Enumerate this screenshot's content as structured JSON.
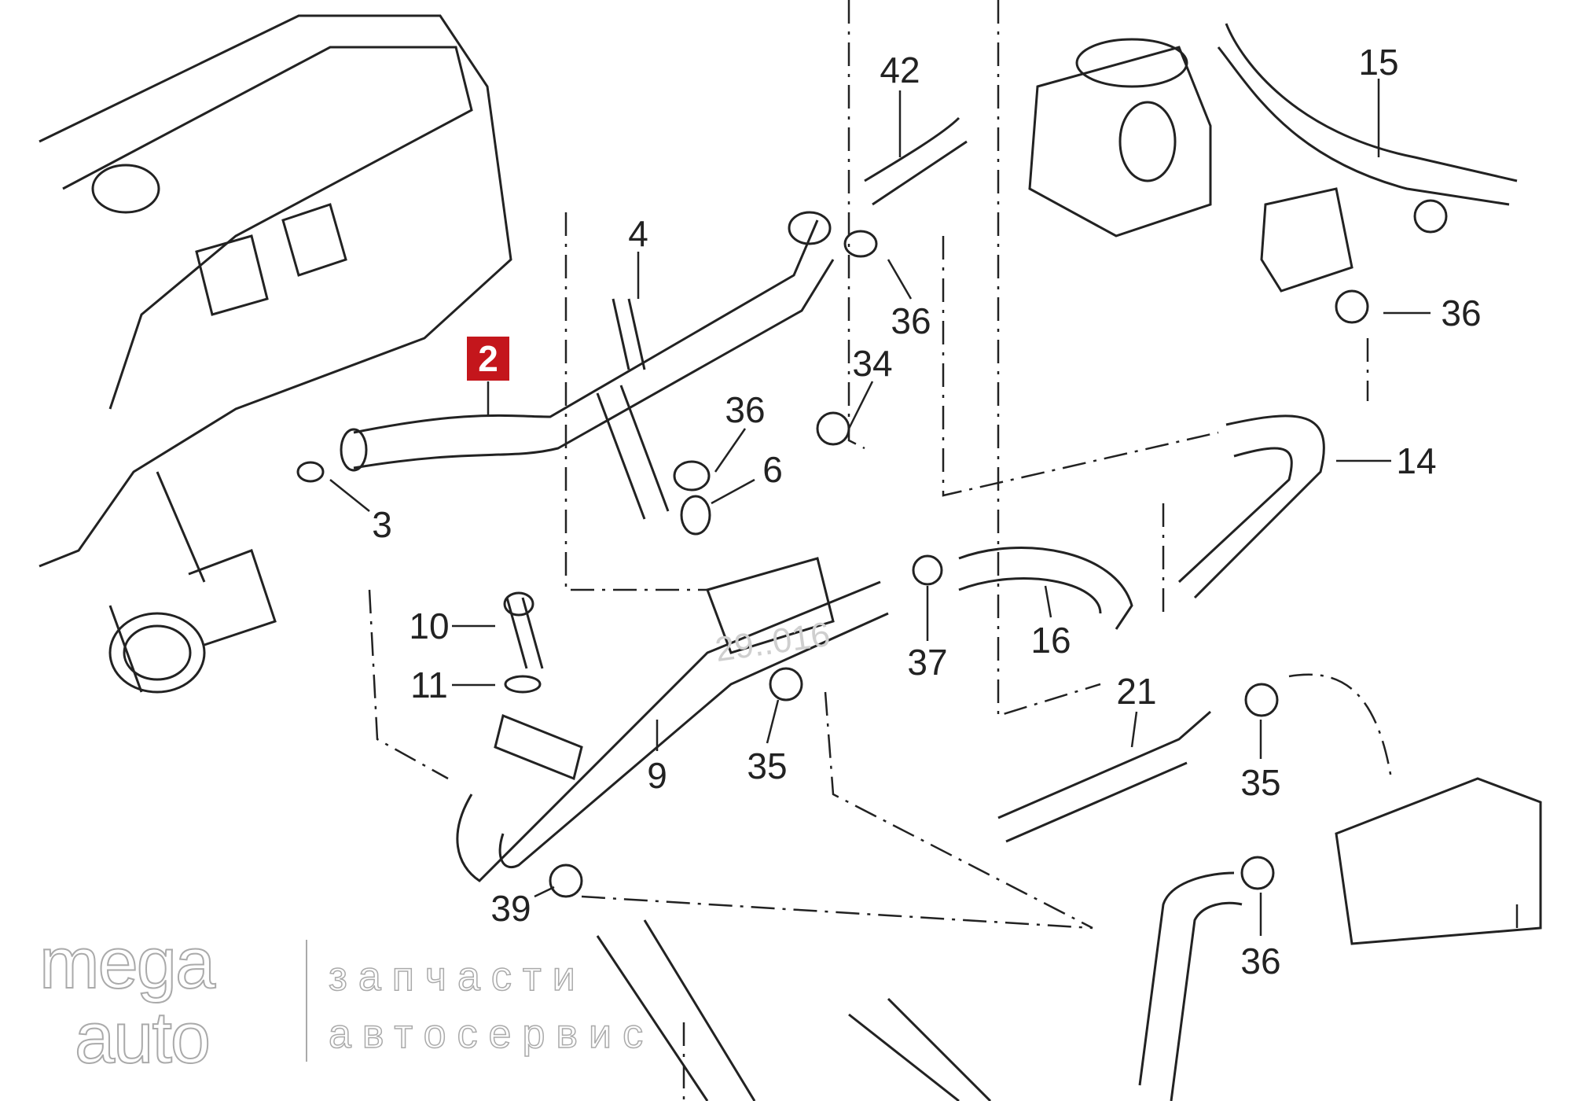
{
  "diagram": {
    "highlighted_part": "2",
    "callouts": [
      "42",
      "15",
      "4",
      "36",
      "36",
      "34",
      "36",
      "6",
      "14",
      "3",
      "10",
      "11",
      "37",
      "16",
      "21",
      "9",
      "35",
      "35",
      "36",
      "39"
    ],
    "watermark_code": "29..016",
    "highlight_color": "#c4161c"
  },
  "logo": {
    "line1": "mega",
    "line2": "auto",
    "tagline1": "запчасти",
    "tagline2": "автосервис"
  }
}
